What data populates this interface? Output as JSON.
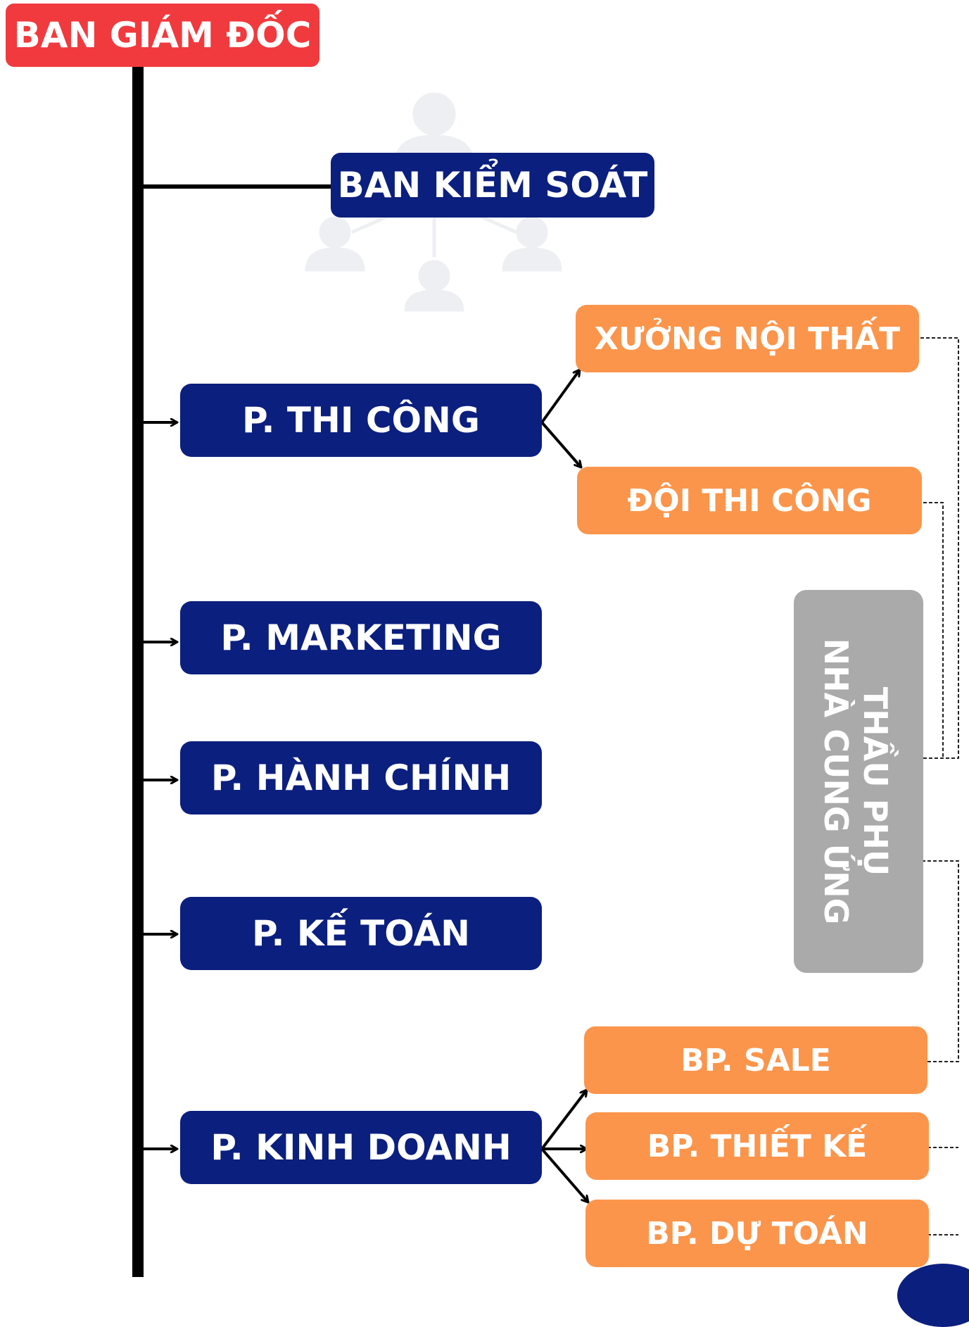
{
  "colors": {
    "director_red": "#f03a3e",
    "department_navy": "#0b1f7e",
    "unit_orange": "#fb954b",
    "subcontractor_grey": "#aaaaaa",
    "connector_black": "#000000",
    "watermark_grey": "#eeeff2"
  },
  "chart": {
    "root": "BAN GIÁM ĐỐC",
    "control": "BAN KIỂM SOÁT",
    "departments": {
      "construction": "P. THI CÔNG",
      "marketing": "P. MARKETING",
      "administration": "P. HÀNH CHÍNH",
      "accounting": "P. KẾ TOÁN",
      "business": "P. KINH DOANH"
    },
    "construction_units": [
      "XƯỞNG NỘI THẤT",
      "ĐỘI THI CÔNG"
    ],
    "business_units": [
      "BP. SALE",
      "BP. THIẾT KẾ",
      "BP. DỰ TOÁN"
    ],
    "subcontractor": {
      "line1": "THẦU PHỤ",
      "line2": "NHÀ CUNG ỨNG"
    }
  },
  "watermark_icon": "org-chart-people-icon"
}
